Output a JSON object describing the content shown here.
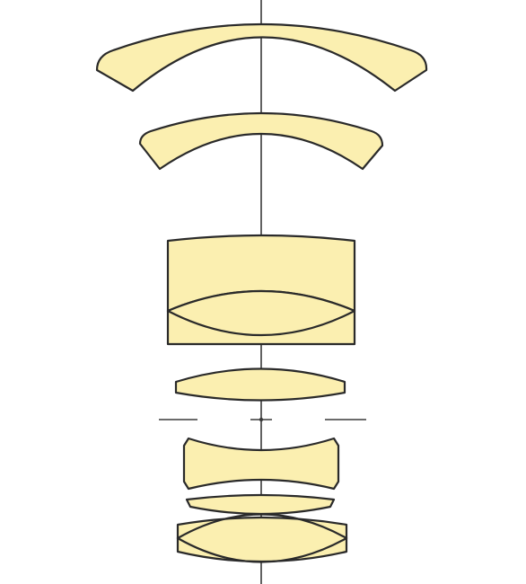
{
  "diagram": {
    "kind": "optical-lens-cross-section",
    "orientation": "vertical",
    "element_count": 7,
    "group_count": 5,
    "has_aperture_stop_marker": true
  },
  "colors": {
    "glass_fill": "#fbefb0",
    "outline": "#2a2a2a",
    "optical_axis": "#3a3a3a",
    "background": "#ffffff"
  },
  "elements": [
    {
      "id": "element-1",
      "shape": "meniscus"
    },
    {
      "id": "element-2",
      "shape": "meniscus"
    },
    {
      "id": "element-3",
      "shape": "thick-cemented-front"
    },
    {
      "id": "element-4",
      "shape": "thick-cemented-rear"
    },
    {
      "id": "element-5",
      "shape": "biconvex"
    },
    {
      "id": "element-6",
      "shape": "biconcave"
    },
    {
      "id": "element-7",
      "shape": "thin-meniscus"
    },
    {
      "id": "element-8",
      "shape": "cemented-doublet"
    }
  ]
}
